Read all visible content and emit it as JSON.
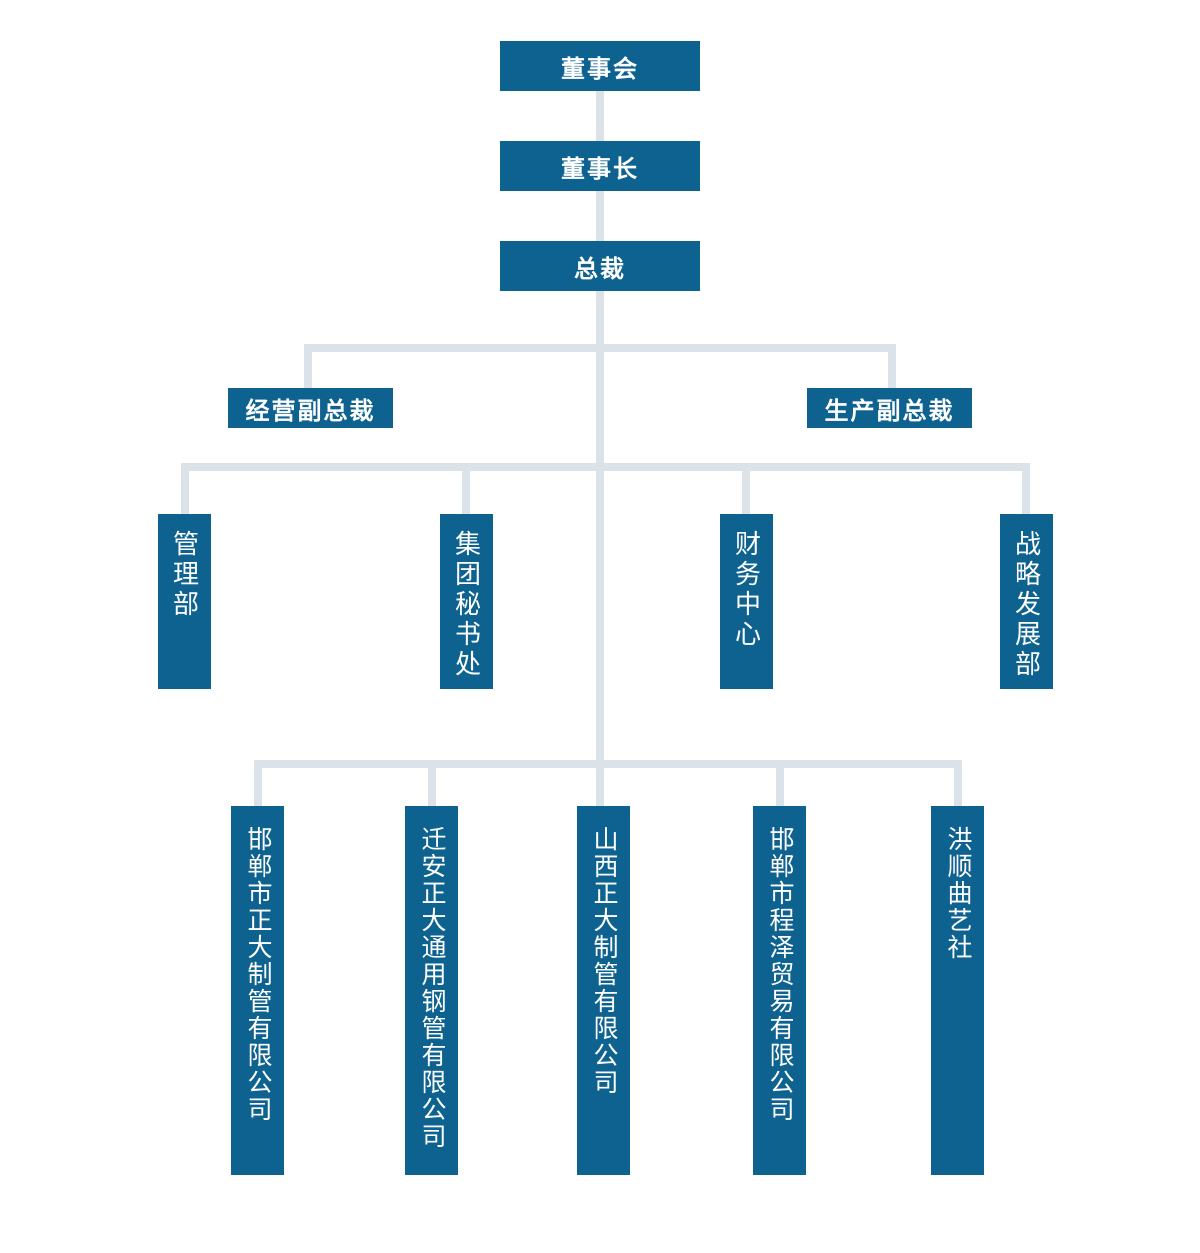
{
  "colors": {
    "node_fill": "#0e6290",
    "node_text": "#ffffff",
    "connector": "#dce3e8",
    "background": "#ffffff"
  },
  "org": {
    "top": [
      {
        "label": "董事会"
      },
      {
        "label": "董事长"
      },
      {
        "label": "总裁"
      }
    ],
    "vice_presidents": [
      {
        "label": "经营副总裁"
      },
      {
        "label": "生产副总裁"
      }
    ],
    "departments": [
      {
        "label": "管理部"
      },
      {
        "label": "集团秘书处"
      },
      {
        "label": "财务中心"
      },
      {
        "label": "战略发展部"
      }
    ],
    "subsidiaries": [
      {
        "label": "邯郸市正大制管有限公司"
      },
      {
        "label": "迁安正大通用钢管有限公司"
      },
      {
        "label": "山西正大制管有限公司"
      },
      {
        "label": "邯郸市程泽贸易有限公司"
      },
      {
        "label": "洪顺曲艺社"
      }
    ]
  }
}
